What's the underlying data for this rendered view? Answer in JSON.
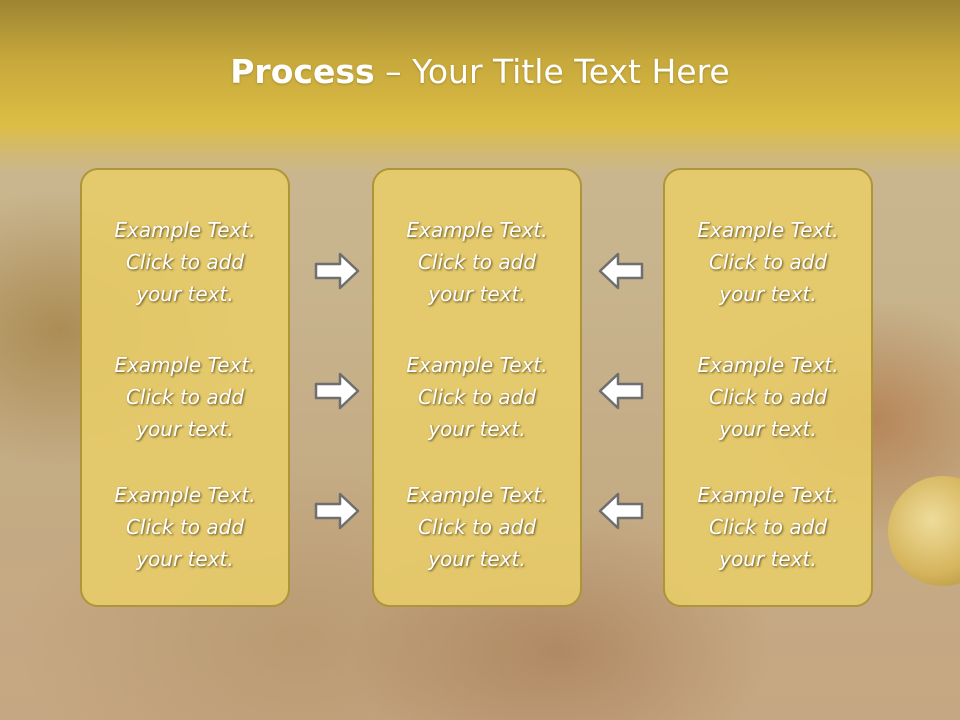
{
  "title": {
    "bold": "Process",
    "rest": " – Your Title Text Here"
  },
  "panels": [
    {
      "blocks": [
        {
          "line1": "Example Text.",
          "line2": "Click  to add",
          "line3": "your text."
        },
        {
          "line1": "Example Text.",
          "line2": "Click  to add",
          "line3": "your text."
        },
        {
          "line1": "Example Text.",
          "line2": "Click  to add",
          "line3": "your text."
        }
      ]
    },
    {
      "blocks": [
        {
          "line1": "Example Text.",
          "line2": "Click  to add",
          "line3": "your text."
        },
        {
          "line1": "Example Text.",
          "line2": "Click  to add",
          "line3": "your text."
        },
        {
          "line1": "Example Text.",
          "line2": "Click  to add",
          "line3": "your text."
        }
      ]
    },
    {
      "blocks": [
        {
          "line1": "Example Text.",
          "line2": "Click  to add",
          "line3": "your text."
        },
        {
          "line1": "Example Text.",
          "line2": "Click  to add",
          "line3": "your text."
        },
        {
          "line1": "Example Text.",
          "line2": "Click  to add",
          "line3": "your text."
        }
      ]
    }
  ],
  "arrows": {
    "left_column": "arrow-right-icon",
    "right_column": "arrow-left-icon"
  },
  "colors": {
    "title_band": "#ddbd45",
    "panel_fill": "#e8cd69",
    "panel_border": "#ad9538",
    "text": "#ffffff",
    "arrow_fill": "#ffffff",
    "arrow_stroke": "#6f6f6f"
  }
}
